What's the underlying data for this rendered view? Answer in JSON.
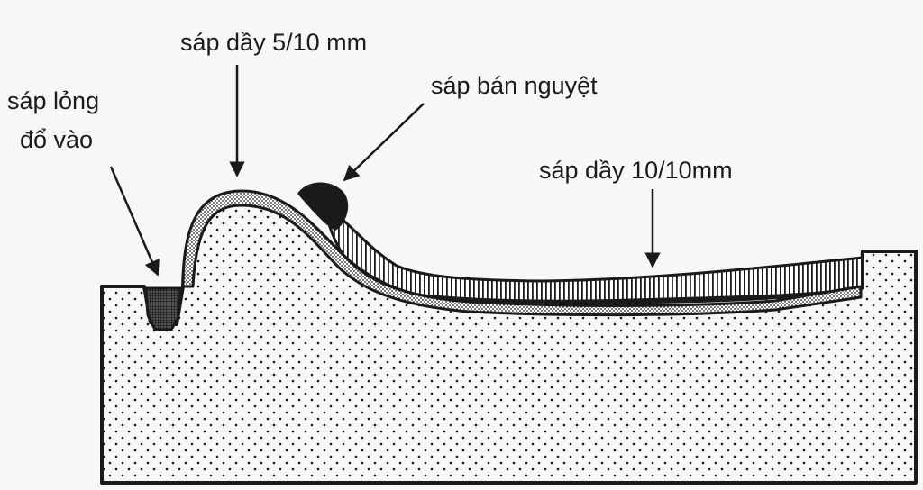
{
  "diagram": {
    "labels": {
      "thick_5_10": "sáp dầy 5/10 mm",
      "liquid_wax_line1": "sáp lỏng",
      "liquid_wax_line2": "đổ vào",
      "half_round_wax": "sáp bán nguyệt",
      "thick_10_10": "sáp dầy 10/10mm"
    },
    "colors": {
      "ink": "#1a1a1a",
      "background": "#f7f7f5",
      "arrow_blue": "#2a3a7a"
    }
  }
}
